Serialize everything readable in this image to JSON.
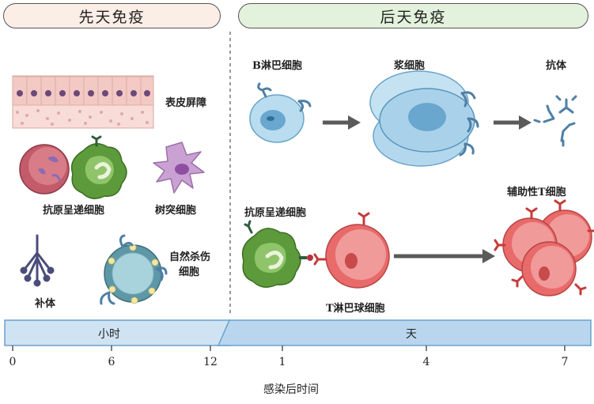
{
  "innate": {
    "title": "先天免疫",
    "labels": {
      "barrier": "表皮屏障",
      "apc": "抗原呈递细胞",
      "dendritic": "树突细胞",
      "nk_line1": "自然杀伤",
      "nk_line2": "细胞",
      "complement": "补体"
    },
    "timebar": "小时",
    "ticks": [
      "0",
      "6",
      "12"
    ]
  },
  "adaptive": {
    "title": "后天免疫",
    "labels": {
      "bcell": "B淋巴细胞",
      "plasma": "浆细胞",
      "antibody": "抗体",
      "apc": "抗原呈递细胞",
      "thelper": "辅助性T细胞",
      "tcell": "T淋巴球细胞"
    },
    "timebar": "天",
    "ticks": [
      "1",
      "4",
      "7"
    ]
  },
  "xaxis_label": "感染后时间",
  "colors": {
    "innate_header": "#fbeee6",
    "adaptive_header": "#e3f2dc",
    "timebar_fill": "#cfe3f3",
    "timebar_stroke": "#6aa0cc",
    "blue_cell": "#8fc3e3",
    "red_cell": "#e96a6a",
    "green_cell": "#5d9a3b",
    "purple": "#b57fc0",
    "receptor": "#4e7fa6"
  }
}
